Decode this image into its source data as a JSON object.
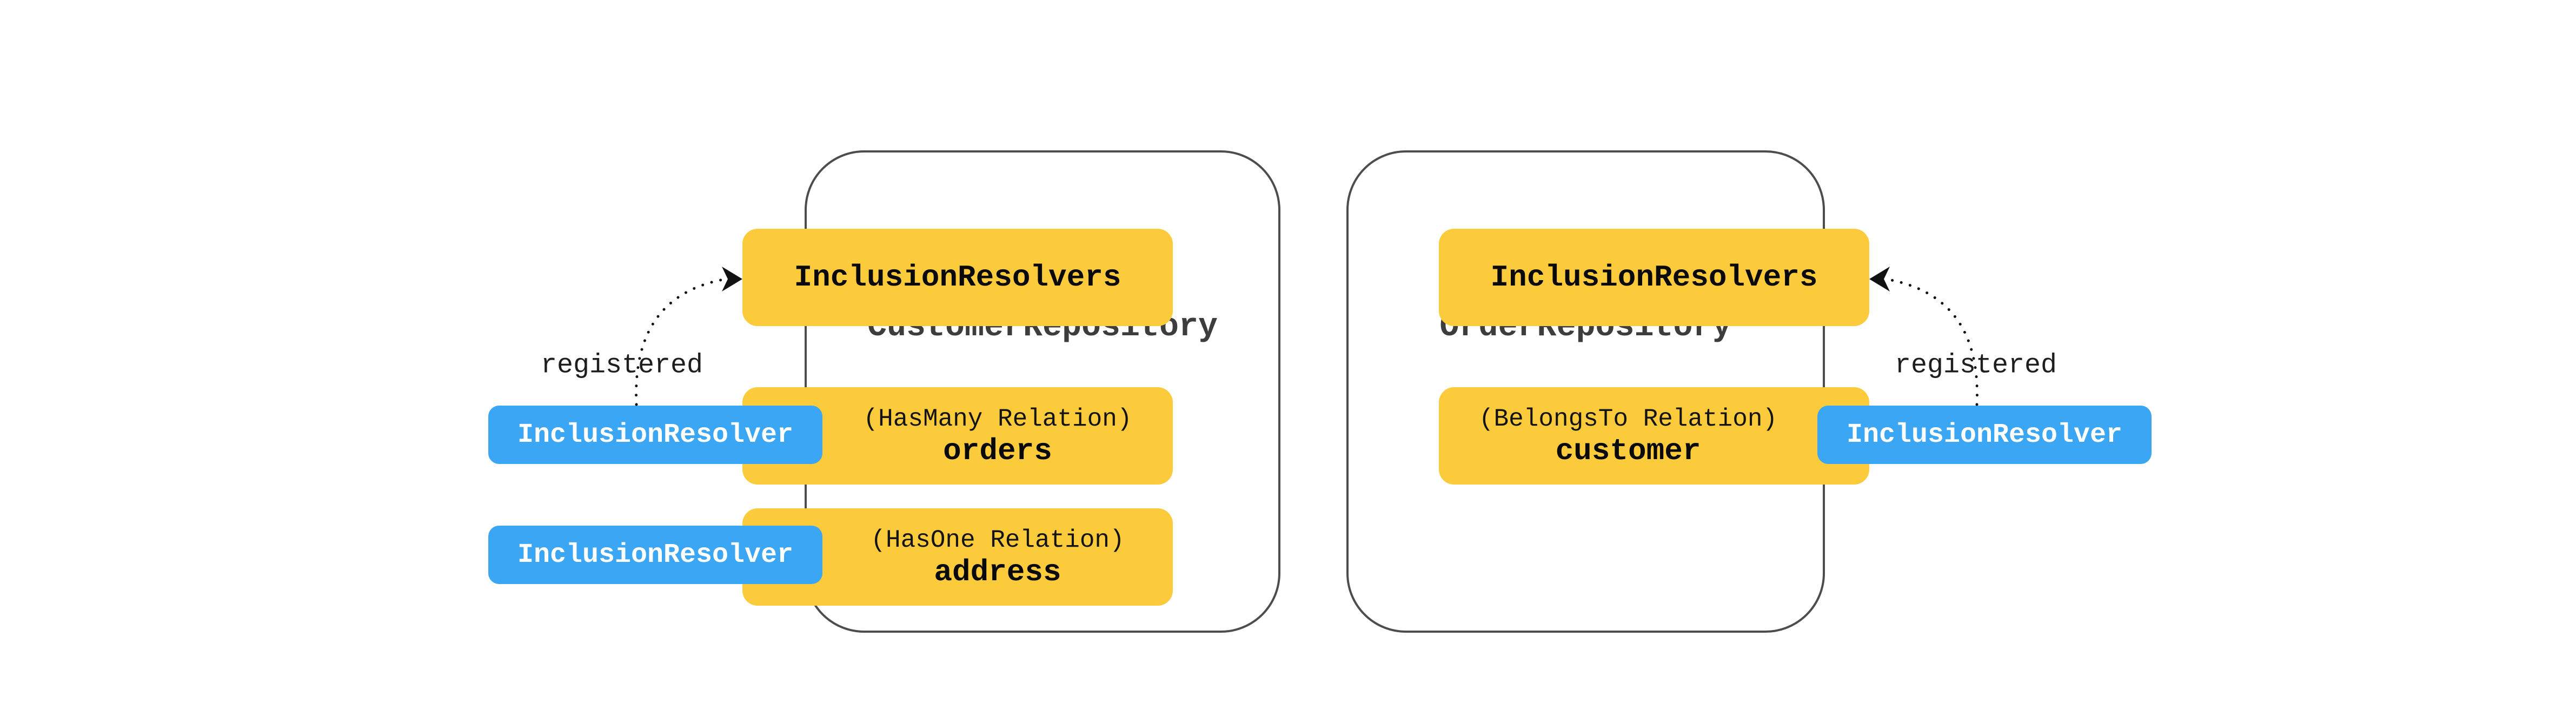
{
  "diagram": {
    "repositories": [
      {
        "title": "CustomerRepository",
        "inclusion_resolvers_label": "InclusionResolvers",
        "relations": [
          {
            "relation_type": "(HasMany Relation)",
            "relation_name": "orders"
          },
          {
            "relation_type": "(HasOne Relation)",
            "relation_name": "address"
          }
        ]
      },
      {
        "title": "OrderRepository",
        "inclusion_resolvers_label": "InclusionResolvers",
        "relations": [
          {
            "relation_type": "(BelongsTo Relation)",
            "relation_name": "customer"
          }
        ]
      }
    ],
    "resolver_chips": [
      {
        "label": "InclusionResolver"
      },
      {
        "label": "InclusionResolver"
      },
      {
        "label": "InclusionResolver"
      }
    ],
    "edges": [
      {
        "label": "registered",
        "from": "InclusionResolver",
        "to": "InclusionResolvers",
        "side": "left"
      },
      {
        "label": "registered",
        "from": "InclusionResolver",
        "to": "InclusionResolvers",
        "side": "right"
      }
    ],
    "colors": {
      "yellow": "#fbcb3c",
      "blue": "#3ba6f4",
      "container_border": "#4d4d4d",
      "title_text": "#3d3d3d",
      "box_text": "#0a0a0a",
      "chip_text": "#ffffff",
      "edge": "#111111",
      "background": "#ffffff"
    }
  }
}
